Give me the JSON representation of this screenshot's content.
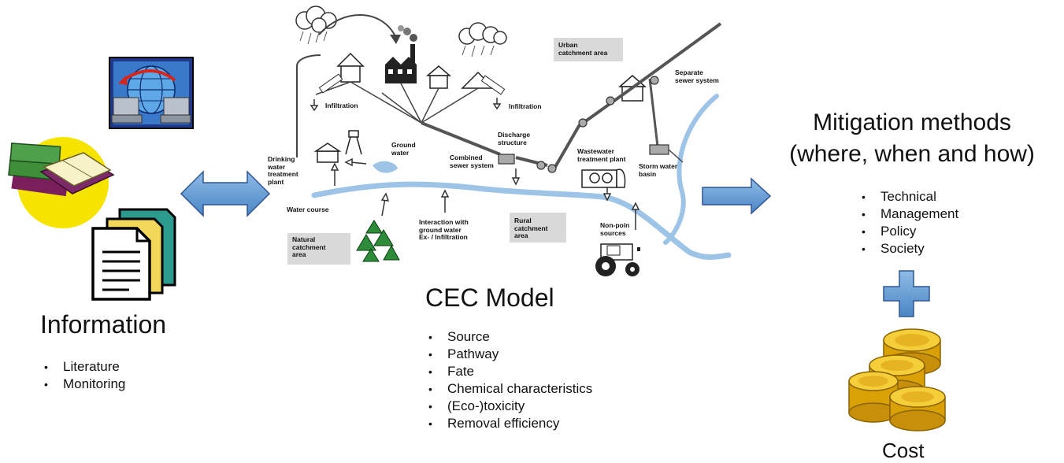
{
  "information": {
    "title": "Information",
    "items": [
      "Literature",
      "Monitoring"
    ]
  },
  "model": {
    "title": "CEC Model",
    "items": [
      "Source",
      "Pathway",
      "Fate",
      "Chemical characteristics",
      "(Eco-)toxicity",
      "Removal efficiency"
    ]
  },
  "mitigation": {
    "title_line1": "Mitigation methods",
    "title_line2": "(where, when and how)",
    "items": [
      "Technical",
      "Management",
      "Policy",
      "Society"
    ]
  },
  "cost": {
    "title": "Cost"
  },
  "diagram": {
    "urban_area": [
      "Urban",
      "catchment area"
    ],
    "separate_sewer": [
      "Separate",
      "sewer system"
    ],
    "infiltration_left": "Infiltration",
    "infiltration_right": "Infiltration",
    "ground_water": [
      "Ground",
      "water"
    ],
    "drinking_water": [
      "Drinking",
      "water",
      "treatment",
      "plant"
    ],
    "combined_sewer": [
      "Combined",
      "sewer system"
    ],
    "discharge": [
      "Discharge",
      "structure"
    ],
    "wwtp": [
      "Wastewater",
      "treatment plant"
    ],
    "storm_basin": [
      "Storm water",
      "basin"
    ],
    "water_course": "Water course",
    "natural_area": [
      "Natural",
      "catchment",
      "area"
    ],
    "interaction": [
      "Interaction with",
      "ground water",
      "Ex- / Infiltration"
    ],
    "rural_area": [
      "Rural",
      "catchment",
      "area"
    ],
    "non_point": [
      "Non-poin",
      "sources"
    ]
  },
  "colors": {
    "arrow_blue": "#5b9bd5",
    "arrow_blue_dark": "#2f5597",
    "river": "#9dc3e6",
    "plus": "#5b9bd5",
    "coin": "#e7b416",
    "label_box": "#d9d9d9"
  }
}
